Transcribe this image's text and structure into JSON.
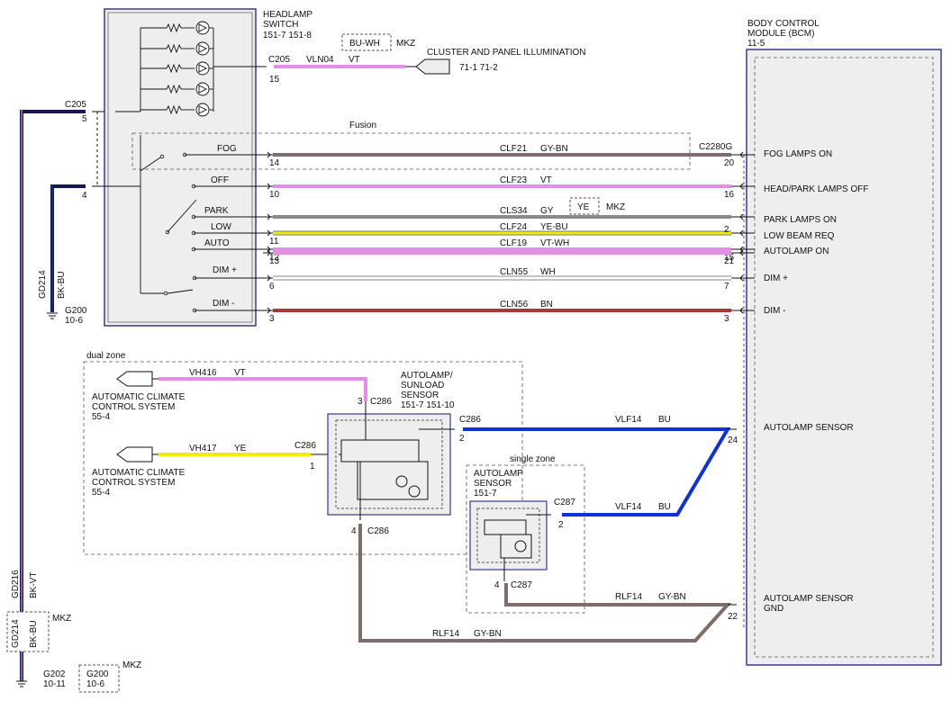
{
  "headlamp_switch": {
    "title": [
      "HEADLAMP",
      "SWITCH"
    ],
    "ref": "151-7   151-8",
    "positions": [
      "FOG",
      "OFF",
      "PARK",
      "LOW",
      "AUTO",
      "DIM +",
      "DIM -"
    ]
  },
  "option_mkz_wire": {
    "box": "BU-WH",
    "tag": "MKZ"
  },
  "cluster": {
    "label": "CLUSTER AND PANEL ILLUMINATION",
    "ref": "71-1   71-2"
  },
  "top_wire": {
    "connector": "C205",
    "circuit": "VLN04",
    "color": "VT",
    "pin": "15"
  },
  "fusion_label": "Fusion",
  "left_ground": {
    "c205_label": "C205",
    "c205_pin5": "5",
    "c205_pin4": "4",
    "gd214": "GD214",
    "gd214_color": "BK-BU",
    "g200": "G200",
    "g200_ref": "10-6",
    "gd216": "GD216",
    "gd216_color": "BK-VT",
    "mkz_gd214": "GD214",
    "mkz_bkbu": "BK-BU",
    "mkz_tag": "MKZ",
    "g202": "G202",
    "g202_ref": "10-11",
    "mkz_g200": "G200",
    "mkz_g200_ref": "10-6",
    "mkz_tag2": "MKZ"
  },
  "bcm": {
    "title": [
      "BODY CONTROL",
      "MODULE (BCM)"
    ],
    "ref": "11-5",
    "connector": "C2280G",
    "signals": [
      "FOG LAMPS ON",
      "HEAD/PARK LAMPS OFF",
      "PARK LAMPS ON",
      "LOW BEAM REQ",
      "AUTOLAMP ON",
      "DIM +",
      "DIM -",
      "AUTOLAMP SENSOR",
      "AUTOLAMP SENSOR",
      "GND"
    ]
  },
  "switch_wires": [
    {
      "circuit": "CLF21",
      "color": "GY-BN",
      "pin_left": "14",
      "pin_right": "20"
    },
    {
      "circuit": "CLF23",
      "color": "VT",
      "pin_left": "10",
      "pin_right": "16"
    },
    {
      "circuit": "CLS34",
      "color": "GY",
      "pin_left": "",
      "pin_right": ""
    },
    {
      "circuit": "CLF24",
      "color": "YE-BU",
      "pin_left": "11",
      "pin_right": "2"
    },
    {
      "circuit": "CLF19",
      "color": "VT-WH",
      "pin_left": "12",
      "pin_right": "15"
    },
    {
      "circuit": "",
      "color": "",
      "pin_left": "13",
      "pin_right": "21"
    },
    {
      "circuit": "CLN55",
      "color": "WH",
      "pin_left": "6",
      "pin_right": "7"
    },
    {
      "circuit": "CLN56",
      "color": "BN",
      "pin_left": "3",
      "pin_right": "3"
    }
  ],
  "cls34_option": {
    "box": "YE",
    "tag": "MKZ"
  },
  "dual_zone": {
    "label": "dual zone",
    "sensor_title": [
      "AUTOLAMP/",
      "SUNLOAD",
      "SENSOR"
    ],
    "sensor_ref": "151-7   151-10",
    "acc1": [
      "AUTOMATIC CLIMATE",
      "CONTROL SYSTEM"
    ],
    "acc1_ref": "55-4",
    "acc2": [
      "AUTOMATIC CLIMATE",
      "CONTROL SYSTEM"
    ],
    "acc2_ref": "55-4",
    "vh416": "VH416",
    "vh416_color": "VT",
    "vh417": "VH417",
    "vh417_color": "YE",
    "c286": "C286",
    "pin3": "3",
    "pin2": "2",
    "pin1": "1",
    "pin4": "4"
  },
  "single_zone": {
    "label": "single zone",
    "sensor_title": [
      "AUTOLAMP",
      "SENSOR"
    ],
    "sensor_ref": "151-7",
    "c287": "C287",
    "pin2": "2",
    "pin4": "4"
  },
  "sensor_wires": {
    "vlf14_a": "VLF14",
    "vlf14_a_color": "BU",
    "vlf14_b": "VLF14",
    "vlf14_b_color": "BU",
    "rlf14_a": "RLF14",
    "rlf14_a_color": "GY-BN",
    "rlf14_b": "RLF14",
    "rlf14_b_color": "GY-BN",
    "pin24": "24",
    "pin22": "22"
  },
  "colors": {
    "violet": "#e58ee5",
    "gray_brown": "#7d6e6b",
    "yellow": "#f2ee00",
    "white_wire": "#ffffff",
    "brown": "#a33a3a",
    "blue": "#1030d8",
    "navy": "#15184a",
    "box_fill": "#eeeeee",
    "frame": "#3a3a8a"
  }
}
